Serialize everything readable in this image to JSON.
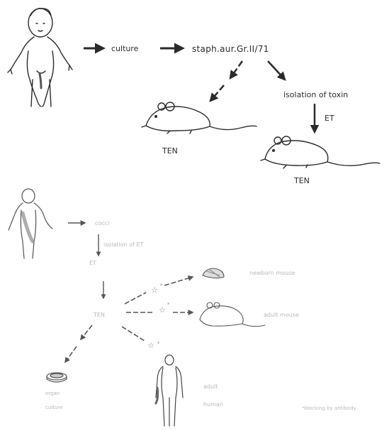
{
  "top": {
    "culture": "culture",
    "strain": "staph.aur.Gr.II/71",
    "isolation": "isolation of toxin",
    "et": "ET",
    "ten_left": "TEN",
    "ten_right": "TEN"
  },
  "bottom": {
    "cocci": "cocci",
    "isolation": "isolation of ET",
    "et": "ET",
    "ten": "TEN",
    "newborn_mouse": "newborn mouse",
    "adult_mouse": "adult mouse",
    "organ": "organ",
    "culture": "culture",
    "adult": "adult",
    "human": "human",
    "footnote": "*blocking by antibody"
  },
  "colors": {
    "ink": "#2b2b2b",
    "faint": "#b9b9b9"
  }
}
